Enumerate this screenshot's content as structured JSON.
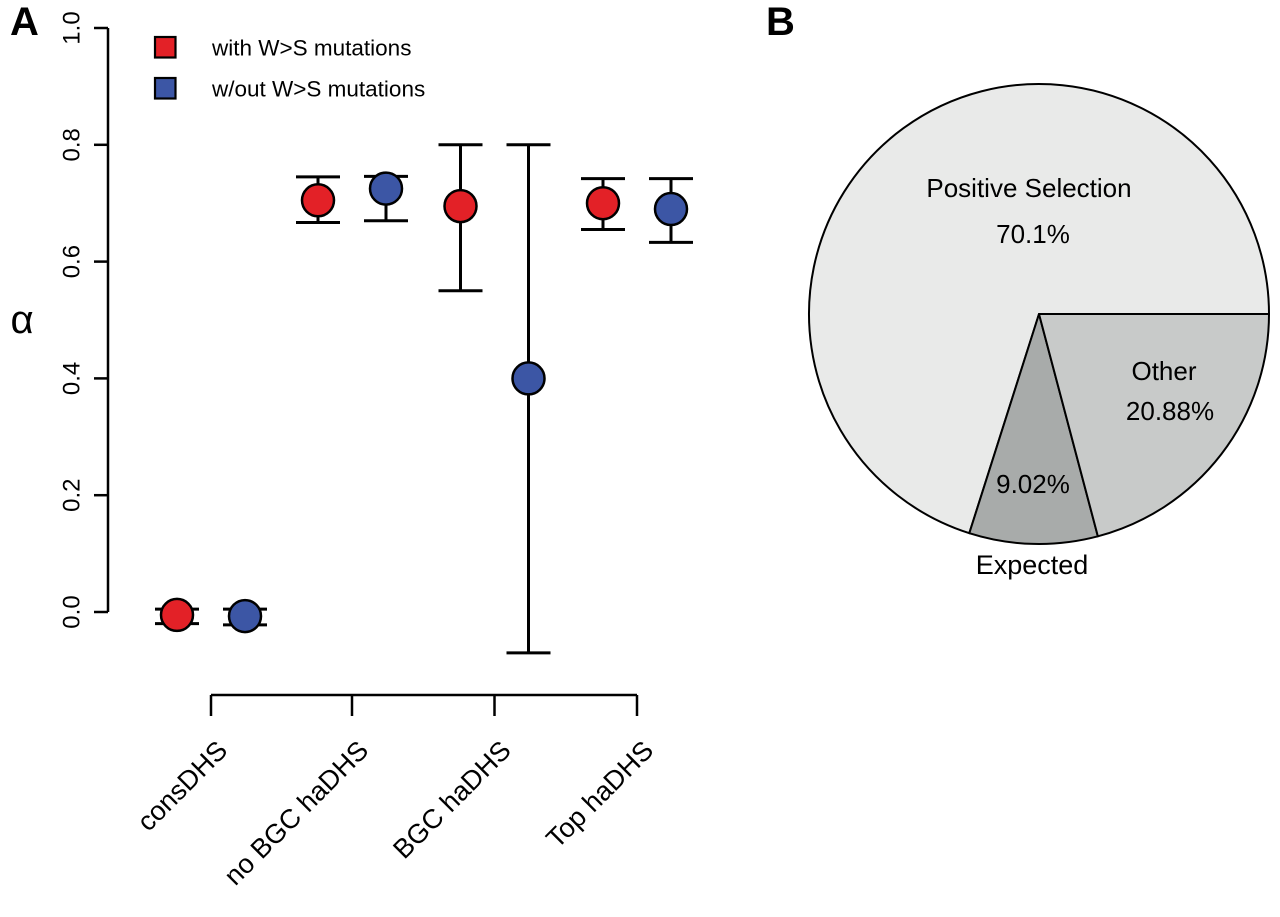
{
  "panels": {
    "a_letter": "A",
    "b_letter": "B"
  },
  "chart_data": [
    {
      "type": "scatter",
      "panel": "A",
      "title": "",
      "xlabel": "",
      "ylabel": "α",
      "ylim": [
        0.0,
        1.0
      ],
      "ytick_labels": [
        "0.0",
        "0.2",
        "0.4",
        "0.6",
        "0.8",
        "1.0"
      ],
      "ytick_values": [
        0.0,
        0.2,
        0.4,
        0.6,
        0.8,
        1.0
      ],
      "grid": false,
      "legend_position": "top-left-inside",
      "categories": [
        "consDHS",
        "no BGC haDHS",
        "BGC haDHS",
        "Top haDHS"
      ],
      "series": [
        {
          "name": "with W>S mutations",
          "color": "#e32127",
          "marker": "circle",
          "values": [
            -0.005,
            0.705,
            0.695,
            0.7
          ],
          "ci_low": [
            -0.02,
            0.667,
            0.55,
            0.655
          ],
          "ci_high": [
            0.005,
            0.745,
            0.8,
            0.742
          ]
        },
        {
          "name": "w/out W>S mutations",
          "color": "#3c56a5",
          "marker": "circle",
          "values": [
            -0.007,
            0.725,
            0.4,
            0.69
          ],
          "ci_low": [
            -0.022,
            0.67,
            -0.07,
            0.633
          ],
          "ci_high": [
            0.005,
            0.746,
            0.8,
            0.742
          ]
        }
      ]
    },
    {
      "type": "pie",
      "panel": "B",
      "title": "",
      "start_angle_deg": 0,
      "direction": "counterclockwise",
      "outline_color": "#000000",
      "slices": [
        {
          "label": "Positive Selection",
          "pct_label": "70.1%",
          "value": 70.1,
          "color": "#e9eae9",
          "label_offset": [
            -10,
            -126
          ],
          "pct_offset": [
            -6,
            -80
          ]
        },
        {
          "label": "Expected",
          "pct_label": "9.02%",
          "value": 9.02,
          "color": "#a8abaa",
          "pct_offset": [
            -6,
            170
          ],
          "outer_label_offset": [
            -7,
            251
          ]
        },
        {
          "label": "Other",
          "pct_label": "20.88%",
          "value": 20.88,
          "color": "#c8cac9",
          "label_offset": [
            125,
            57
          ],
          "pct_offset": [
            131,
            97
          ]
        }
      ]
    }
  ]
}
